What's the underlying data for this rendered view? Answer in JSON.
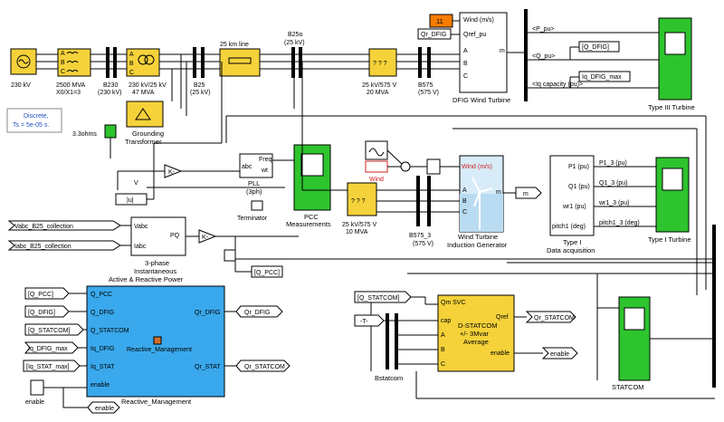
{
  "sources": {
    "v230": "230 kV",
    "xr": "2500 MVA",
    "xr2": "X0/X1=3"
  },
  "buses": {
    "b230": "B230",
    "b230_kv": "(230 kV)",
    "b25": "B25",
    "b25_kv": "(25 kV)",
    "b25o": "B25o",
    "b25o_kv": "(25 kV)",
    "b575": "B575",
    "b575_kv": "(575 V)",
    "b575_3": "B575_3",
    "b575_3_kv": "(575 V)",
    "bstatcom": "Bstatcom"
  },
  "transformers": {
    "main": "230 kV/25 kV",
    "main_mva": "47 MVA",
    "dfig_tr": "25 kV/575 V",
    "dfig_tr_mva": "20 MVA",
    "ind_tr": "25 kV/575 V",
    "ind_tr_mva": "10 MVA"
  },
  "line": {
    "label": "25 km line"
  },
  "grounding": {
    "title": "Grounding",
    "title2": "Transformer",
    "res": "3.3ohms"
  },
  "discrete": {
    "l1": "Discrete,",
    "l2": "Ts = 5e-05 s."
  },
  "dfig": {
    "title": "DFIG Wind Turbine",
    "const": "11",
    "in1": "Wind (m/s)",
    "in2": "Qref_pu",
    "goto": "Qr_DFIG",
    "out_m": "m"
  },
  "type3": {
    "title": "Type III Turbine",
    "p": "<P_pu>",
    "q": "<Q_pu>",
    "iq": "<Iq capacity (pu)>",
    "goto_q": "[Q_DFIG]",
    "goto_iq": "Iq_DFIG_max"
  },
  "pcc": {
    "title": "PCC",
    "title2": "Measurements",
    "gain": "K-",
    "v_label": "V"
  },
  "pll": {
    "in": "abc",
    "freq": "Freq",
    "wt": "wt",
    "title": "PLL",
    "sub": "(3ph)",
    "term": "Terminator"
  },
  "power": {
    "in1": "Vabc_B25_collection",
    "in2": "Iabc_B25_collection",
    "p1": "Vabc",
    "p2": "Iabc",
    "pq": "PQ",
    "gain": "K-",
    "t1": "3-phase",
    "t2": "Instantaneous",
    "t3": "Active & Reactive Power",
    "goto": "[Q_PCC]"
  },
  "wind": {
    "label": "Wind",
    "out": "m"
  },
  "induction": {
    "in": "Wind (m/s)",
    "t1": "Wind Turbine",
    "t2": "Induction Generator"
  },
  "type1": {
    "title": "Type I Turbine",
    "acq": "Type I",
    "acq2": "Data acquisition",
    "p1": "P1 (pu)",
    "q1": "Q1 (pu)",
    "wr1": "wr1 (pu)",
    "pitch1": "pitch1 (deg)",
    "o1": "P1_3 (pu)",
    "o2": "Q1_3 (pu)",
    "o3": "wr1_3 (pu)",
    "o4": "pitch1_3 (deg)"
  },
  "reactive": {
    "title": "Reactive_Management",
    "name": "Reactive_Management",
    "in": [
      "[Q_PCC]",
      "[Q_DFIG]",
      "[Q_STATCOM]",
      "Iq_DFIG_max",
      "[Iq_STAT_max]"
    ],
    "ports": [
      "Q_PCC",
      "Q_DFIG",
      "Q_STATCOM",
      "Iq_DFIG",
      "Iq_STAT",
      "enable"
    ],
    "out1": "Qr_DFIG",
    "out2": "Qr_STAT",
    "goto1": "Qr_DFIG",
    "goto2": "Qr_STATCOM",
    "enable": "enable",
    "enable2": "enable"
  },
  "statcom": {
    "t1": "D-STATCOM",
    "t2": "+/- 3Mvar",
    "t3": "Average",
    "in_qm": "Qm SVC",
    "in_cap": "cap",
    "qref": "Qref",
    "en": "enable",
    "goto_q": "[Q_STATCOM]",
    "from_t": "-T-",
    "from_qr": "Qr_STATCOM",
    "from_en": "enable",
    "scope": "STATCOM"
  }
}
